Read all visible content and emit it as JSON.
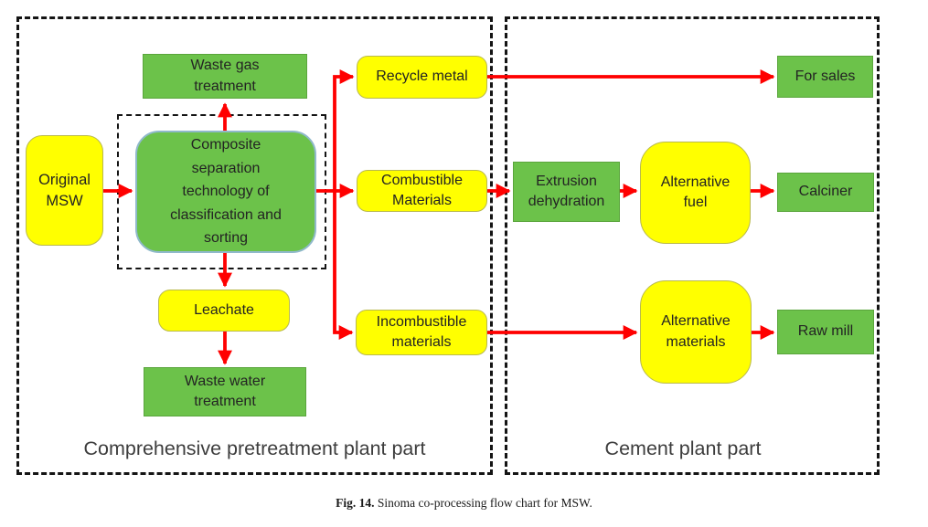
{
  "diagram": {
    "zones": {
      "pretreatment": {
        "label": "Comprehensive pretreatment plant part"
      },
      "cement": {
        "label": "Cement plant part"
      }
    },
    "nodes": {
      "original_msw": {
        "label": "Original\nMSW"
      },
      "waste_gas": {
        "label": "Waste gas\ntreatment"
      },
      "composite": {
        "label": "Composite\nseparation\ntechnology of\nclassification and\nsorting"
      },
      "leachate": {
        "label": "Leachate"
      },
      "waste_water": {
        "label": "Waste water\ntreatment"
      },
      "recycle_metal": {
        "label": "Recycle metal"
      },
      "combustible": {
        "label": "Combustible\nMaterials"
      },
      "incombustible": {
        "label": "Incombustible\nmaterials"
      },
      "extrusion": {
        "label": "Extrusion\ndehydration"
      },
      "alt_fuel": {
        "label": "Alternative\nfuel"
      },
      "calciner": {
        "label": "Calciner"
      },
      "alt_materials": {
        "label": "Alternative\nmaterials"
      },
      "raw_mill": {
        "label": "Raw mill"
      },
      "for_sales": {
        "label": "For sales"
      }
    },
    "colors": {
      "node_yellow": "#ffff00",
      "node_green": "#6cc24a",
      "arrow_red": "#ff0000",
      "dashed_border": "#141414"
    }
  },
  "caption": {
    "fig_label": "Fig. 14.",
    "text": " Sinoma co-processing flow chart for MSW."
  }
}
